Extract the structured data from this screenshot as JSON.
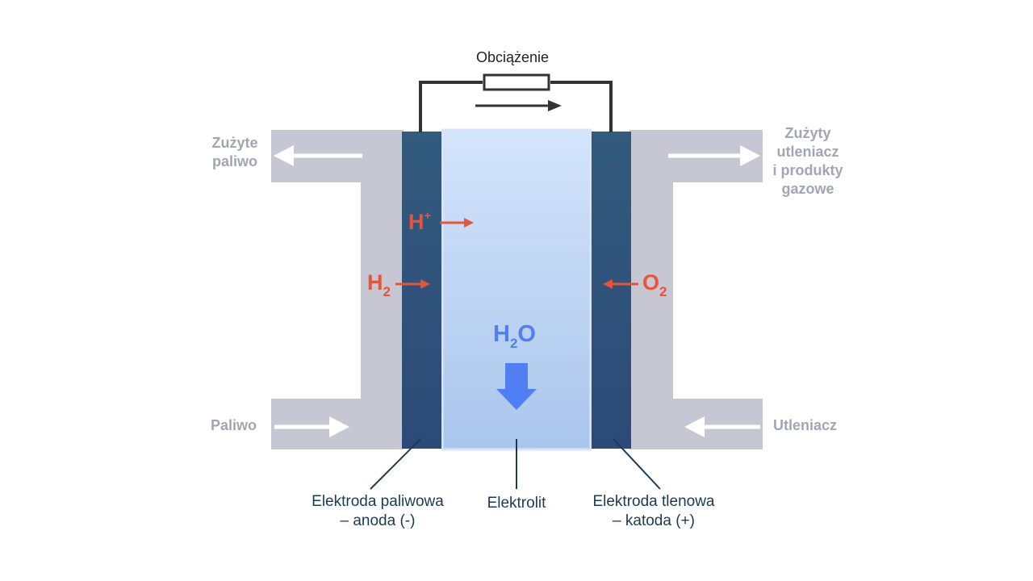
{
  "load_label": "Obciążenie",
  "spent_fuel_label": [
    "Zużyte",
    "paliwo"
  ],
  "spent_oxidizer_label": [
    "Zużyty",
    "utleniacz",
    "i produkty",
    "gazowe"
  ],
  "fuel_label": "Paliwo",
  "oxidizer_label": "Utleniacz",
  "species": {
    "h_plus": {
      "base": "H",
      "sup": "+"
    },
    "h2": {
      "base": "H",
      "sub": "2"
    },
    "o2": {
      "base": "O",
      "sub": "2"
    },
    "water": {
      "base_1": "H",
      "sub": "2",
      "base_2": "O"
    }
  },
  "anode_label": [
    "Elektroda paliwowa",
    "– anoda (-)"
  ],
  "electrolyte_label": "Elektrolit",
  "cathode_label": [
    "Elektroda tlenowa",
    "– katoda (+)"
  ],
  "colors": {
    "housing": "#c6c7d2",
    "electrode": "#2e4f77",
    "electrolyte": "#b3cdee",
    "reactant_arrow": "#e5543c",
    "water_arrow": "#4f7ff2",
    "flow_arrow": "#ffffff",
    "circuit": "#333333",
    "leader_line": "#1b3b55"
  }
}
